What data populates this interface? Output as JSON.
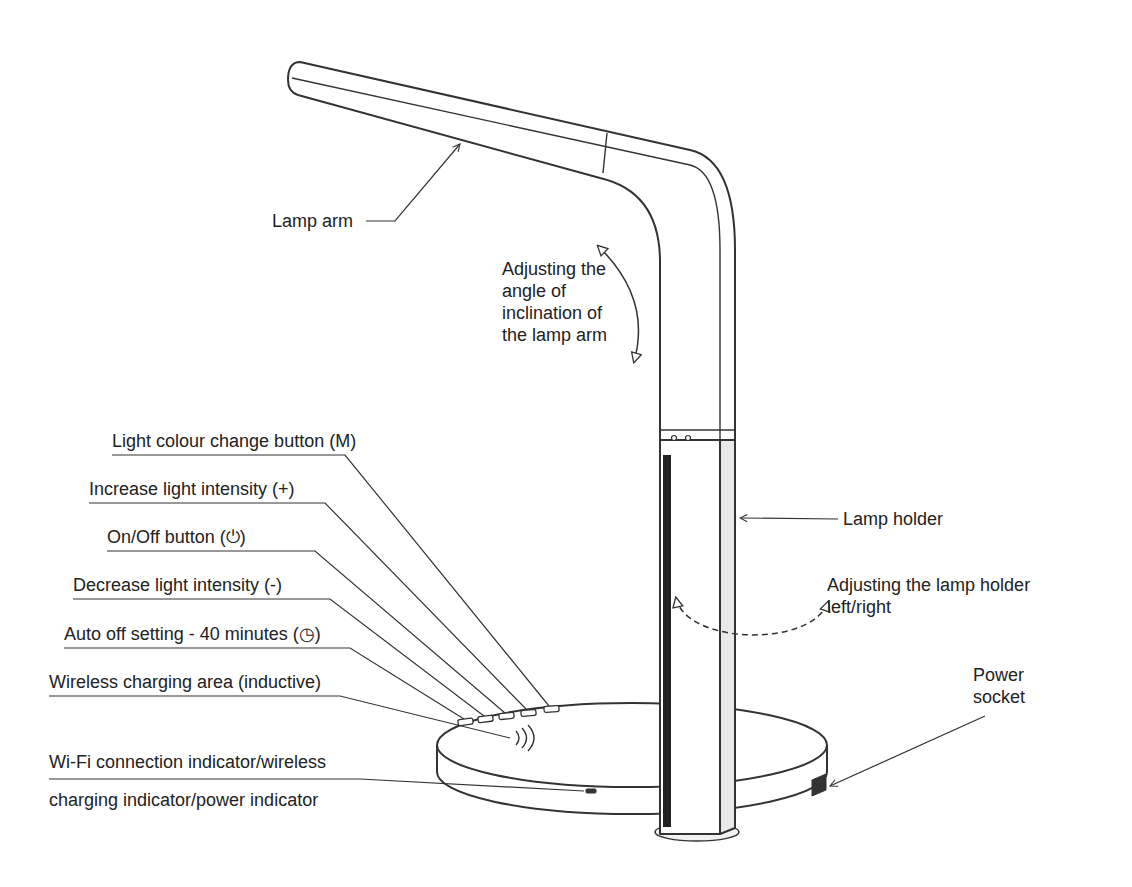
{
  "diagram": {
    "labels": [
      "Lamp arm",
      "Adjusting the angle of inclination of the lamp arm",
      "Light colour change button (M)",
      "Increase light intensity (+)",
      "On/Off button (⏻)",
      "Lamp holder",
      "Decrease light intensity (-)",
      "Adjusting the lamp holder left/right",
      "Auto off setting - 40 minutes (◷)",
      "Power socket",
      "Wireless charging area (inductive)",
      "Wi-Fi connection indicator/wireless charging indicator/power indicator"
    ]
  }
}
